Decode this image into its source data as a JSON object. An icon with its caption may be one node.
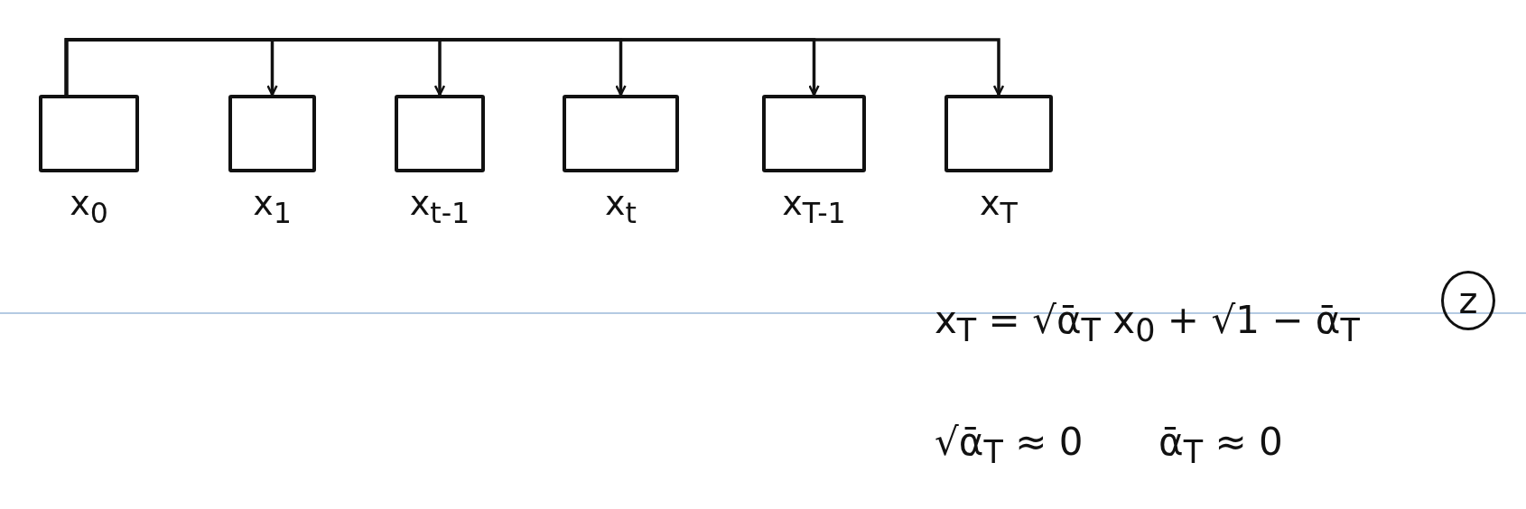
{
  "diagram": {
    "nodes": [
      {
        "text": [
          "x$_{0}$"
        ]
      },
      {
        "text": [
          "x$_{1}$"
        ]
      },
      {
        "text": [
          "x$_{t-1}$"
        ]
      },
      {
        "text": [
          "x$_{t}$"
        ]
      },
      {
        "text": [
          "x$_{T-1}$"
        ]
      },
      {
        "text": [
          "x$_{T}$"
        ]
      }
    ],
    "edges": [
      {
        "from": 0,
        "to": 1,
        "arrow": "to"
      },
      {
        "from": 0,
        "to": 2,
        "arrow": "to"
      },
      {
        "from": 0,
        "to": 3,
        "arrow": "to"
      },
      {
        "from": 0,
        "to": 4,
        "arrow": "to"
      },
      {
        "from": 0,
        "to": 5,
        "arrow": "to"
      }
    ],
    "labels": [
      "x$_{T}$ = √ᾱ$_{T}$ x$_{0}$ + √1 − ᾱ$_{T}$",
      "z",
      "√ᾱ$_{T}$ ≈ 0",
      "ᾱ$_{T}$ ≈ 0"
    ]
  }
}
